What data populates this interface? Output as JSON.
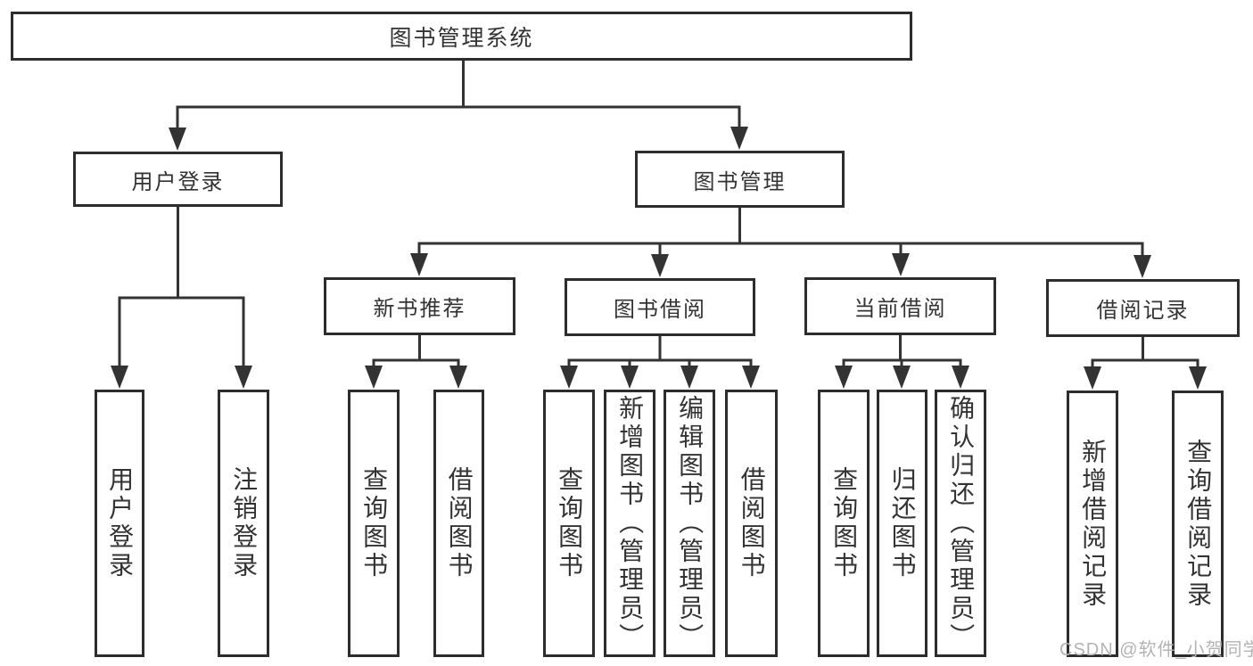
{
  "tree": {
    "label": "图书管理系统",
    "children": [
      {
        "label": "用户登录",
        "children": [
          {
            "label": "用户登录"
          },
          {
            "label": "注销登录"
          }
        ]
      },
      {
        "label": "图书管理",
        "children": [
          {
            "label": "新书推荐",
            "children": [
              {
                "label": "查询图书"
              },
              {
                "label": "借阅图书"
              }
            ]
          },
          {
            "label": "图书借阅",
            "children": [
              {
                "label": "查询图书"
              },
              {
                "label": "新增图书（管理员）"
              },
              {
                "label": "编辑图书（管理员）"
              },
              {
                "label": "借阅图书"
              }
            ]
          },
          {
            "label": "当前借阅",
            "children": [
              {
                "label": "查询图书"
              },
              {
                "label": "归还图书"
              },
              {
                "label": "确认归还（管理员）"
              }
            ]
          },
          {
            "label": "借阅记录",
            "children": [
              {
                "label": "新增借阅记录"
              },
              {
                "label": "查询借阅记录"
              }
            ]
          }
        ]
      }
    ]
  },
  "watermark": "CSDN @软件_小贺同学",
  "colors": {
    "line": "#333333",
    "box_border": "#2d2d2d",
    "watermark": "#b3b3b3",
    "background": "#ffffff"
  }
}
